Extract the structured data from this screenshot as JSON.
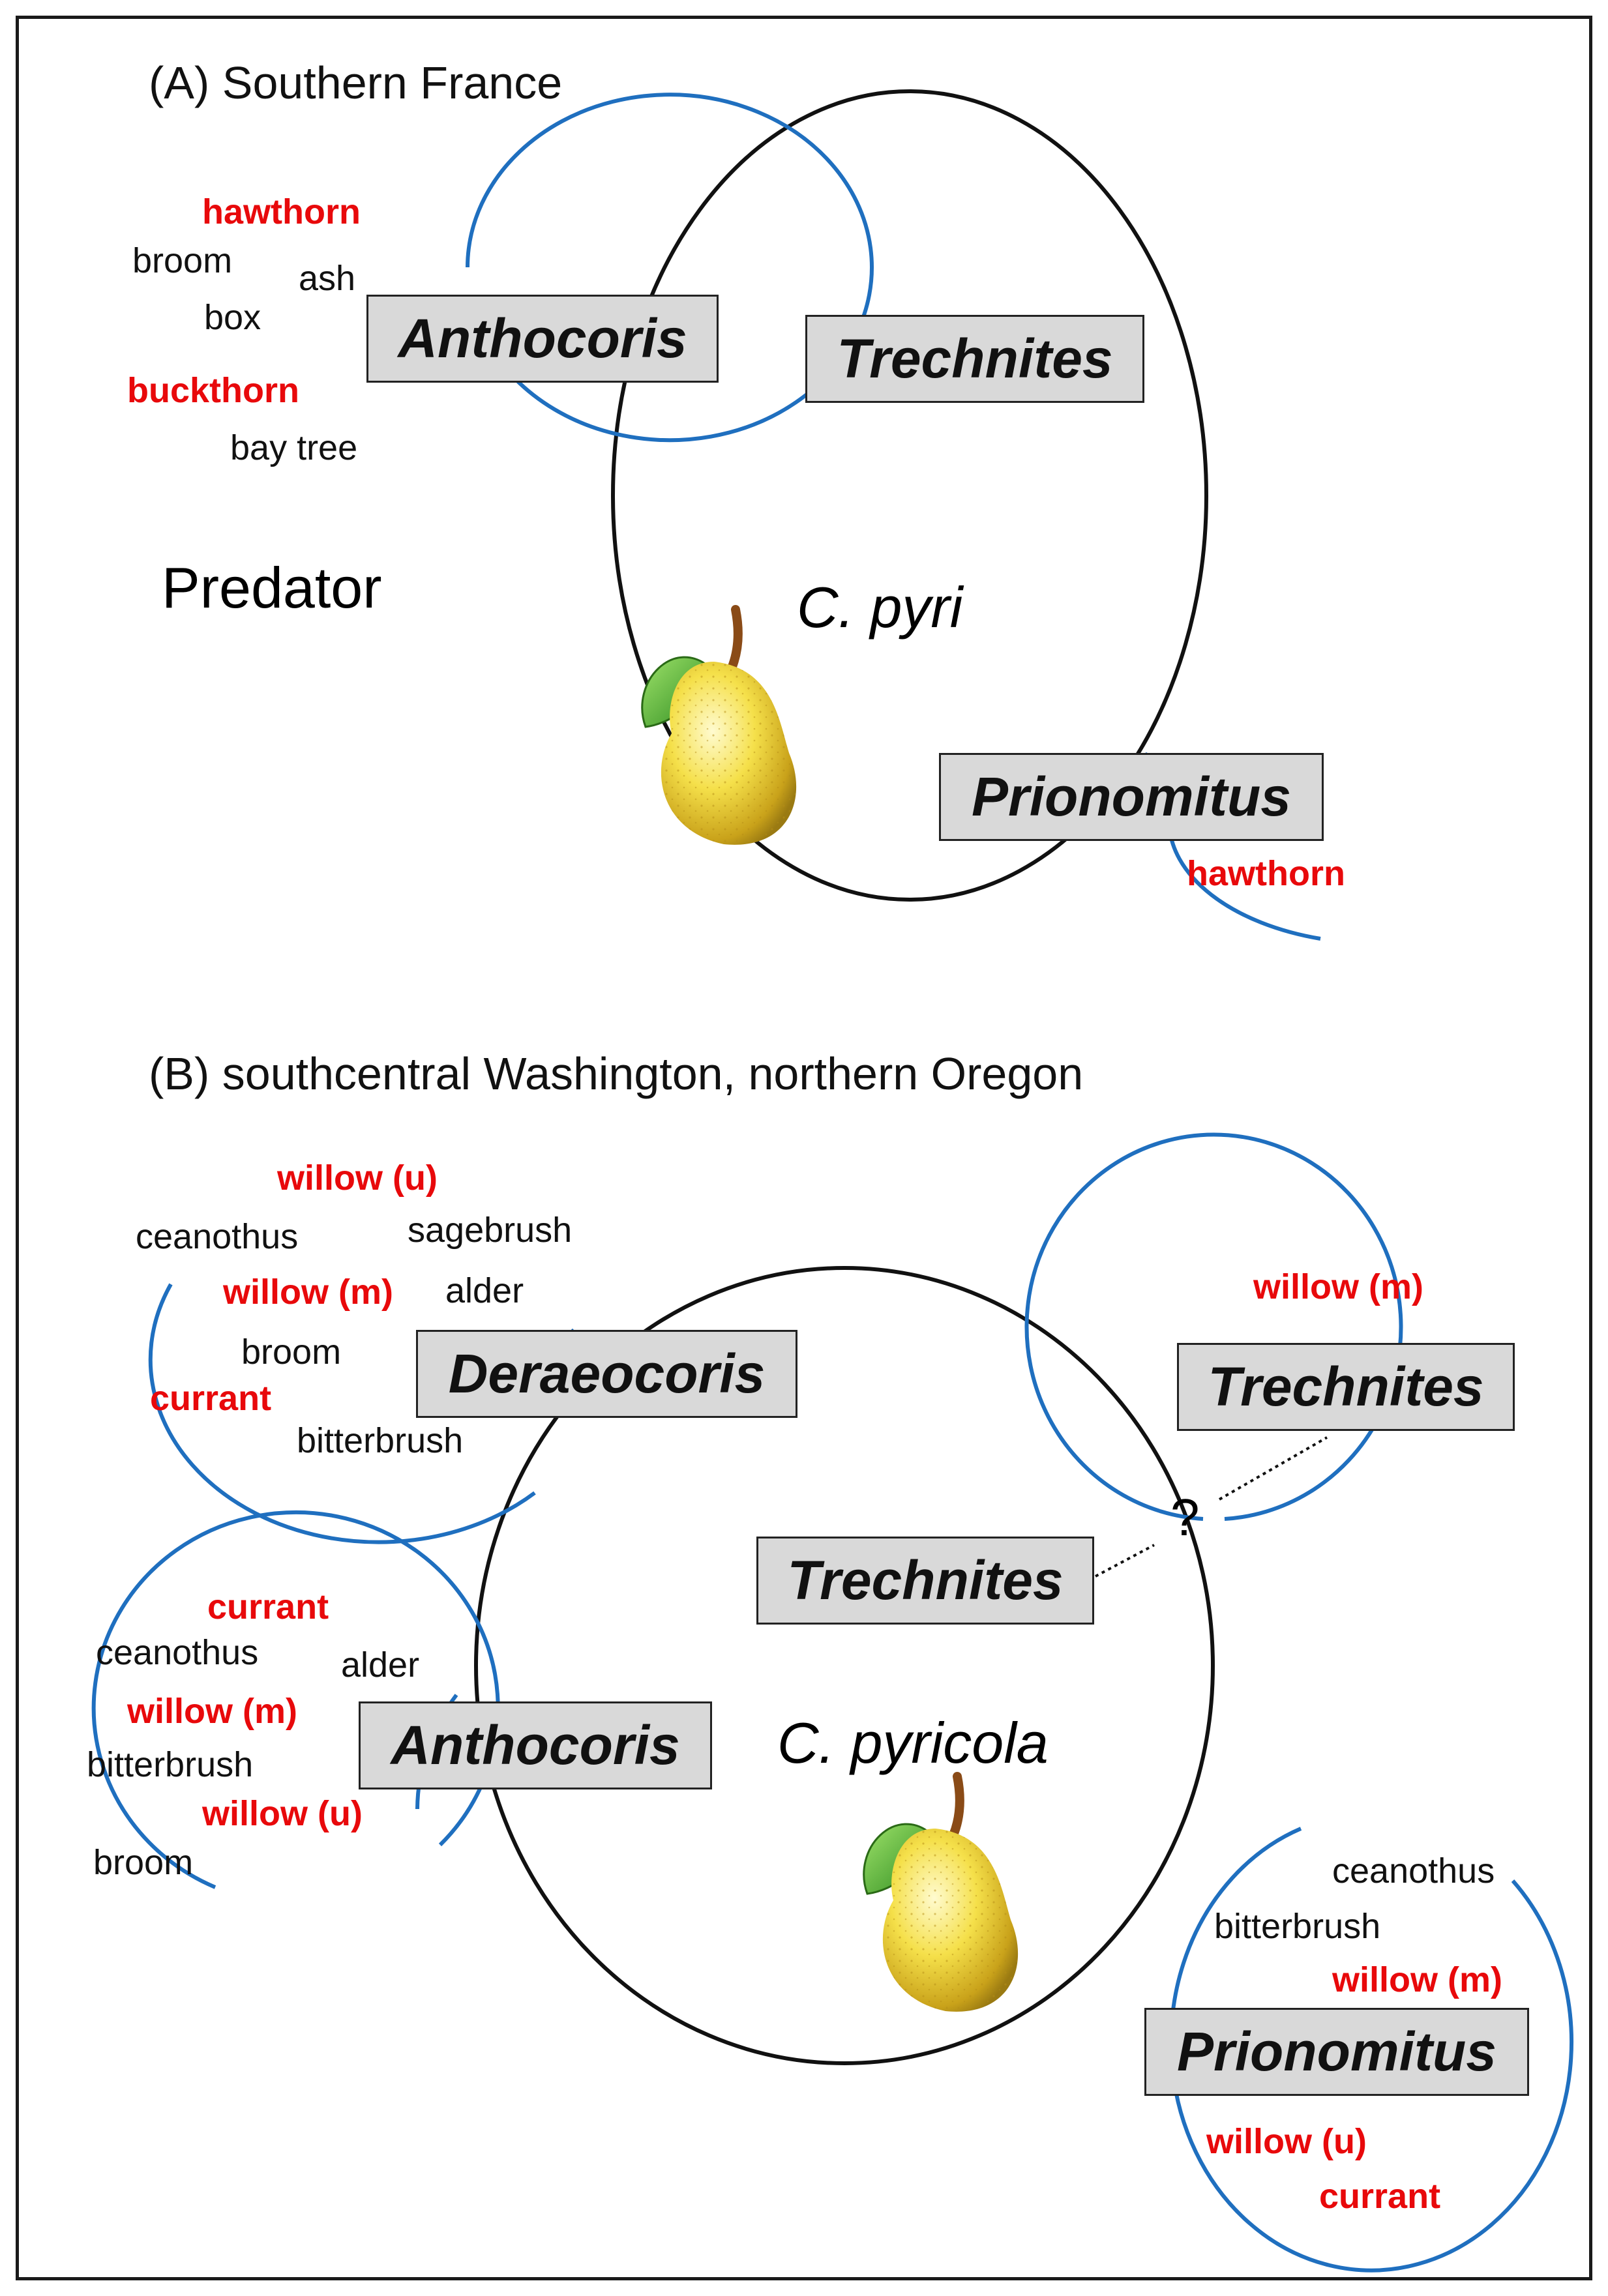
{
  "panel_a": {
    "heading": "(A) Southern France",
    "side_label": "Predator",
    "pest": "C. pyri",
    "anthocoris": {
      "name": "Anthocoris",
      "plants": [
        "hawthorn",
        "broom",
        "ash",
        "box",
        "buckthorn",
        "bay tree"
      ],
      "highlighted": [
        "hawthorn",
        "buckthorn"
      ]
    },
    "trechnites": {
      "name": "Trechnites"
    },
    "prionomitus": {
      "name": "Prionomitus",
      "plants": [
        "hawthorn"
      ],
      "highlighted": [
        "hawthorn"
      ]
    }
  },
  "panel_b": {
    "heading": "(B) southcentral Washington, northern Oregon",
    "pest": "C. pyricola",
    "question": "?",
    "deraeocoris": {
      "name": "Deraeocoris",
      "plants": [
        "willow (u)",
        "ceanothus",
        "sagebrush",
        "willow (m)",
        "alder",
        "broom",
        "currant",
        "bitterbrush"
      ],
      "highlighted": [
        "willow (u)",
        "willow (m)",
        "currant"
      ]
    },
    "anthocoris": {
      "name": "Anthocoris",
      "plants": [
        "currant",
        "ceanothus",
        "alder",
        "willow (m)",
        "bitterbrush",
        "willow (u)",
        "broom"
      ],
      "highlighted": [
        "currant",
        "willow (m)",
        "willow (u)"
      ]
    },
    "trechnites_inner": {
      "name": "Trechnites"
    },
    "trechnites_outer": {
      "name": "Trechnites",
      "plants": [
        "willow (m)"
      ],
      "highlighted": [
        "willow (m)"
      ]
    },
    "prionomitus": {
      "name": "Prionomitus",
      "plants": [
        "ceanothus",
        "bitterbrush",
        "willow (m)",
        "willow (u)",
        "currant"
      ],
      "highlighted": [
        "willow (m)",
        "willow (u)",
        "currant"
      ]
    }
  },
  "colors": {
    "habitat_circle": "#1f6fbf",
    "highlight_text": "#e8090b",
    "taxon_box": "#d9d9d9"
  }
}
